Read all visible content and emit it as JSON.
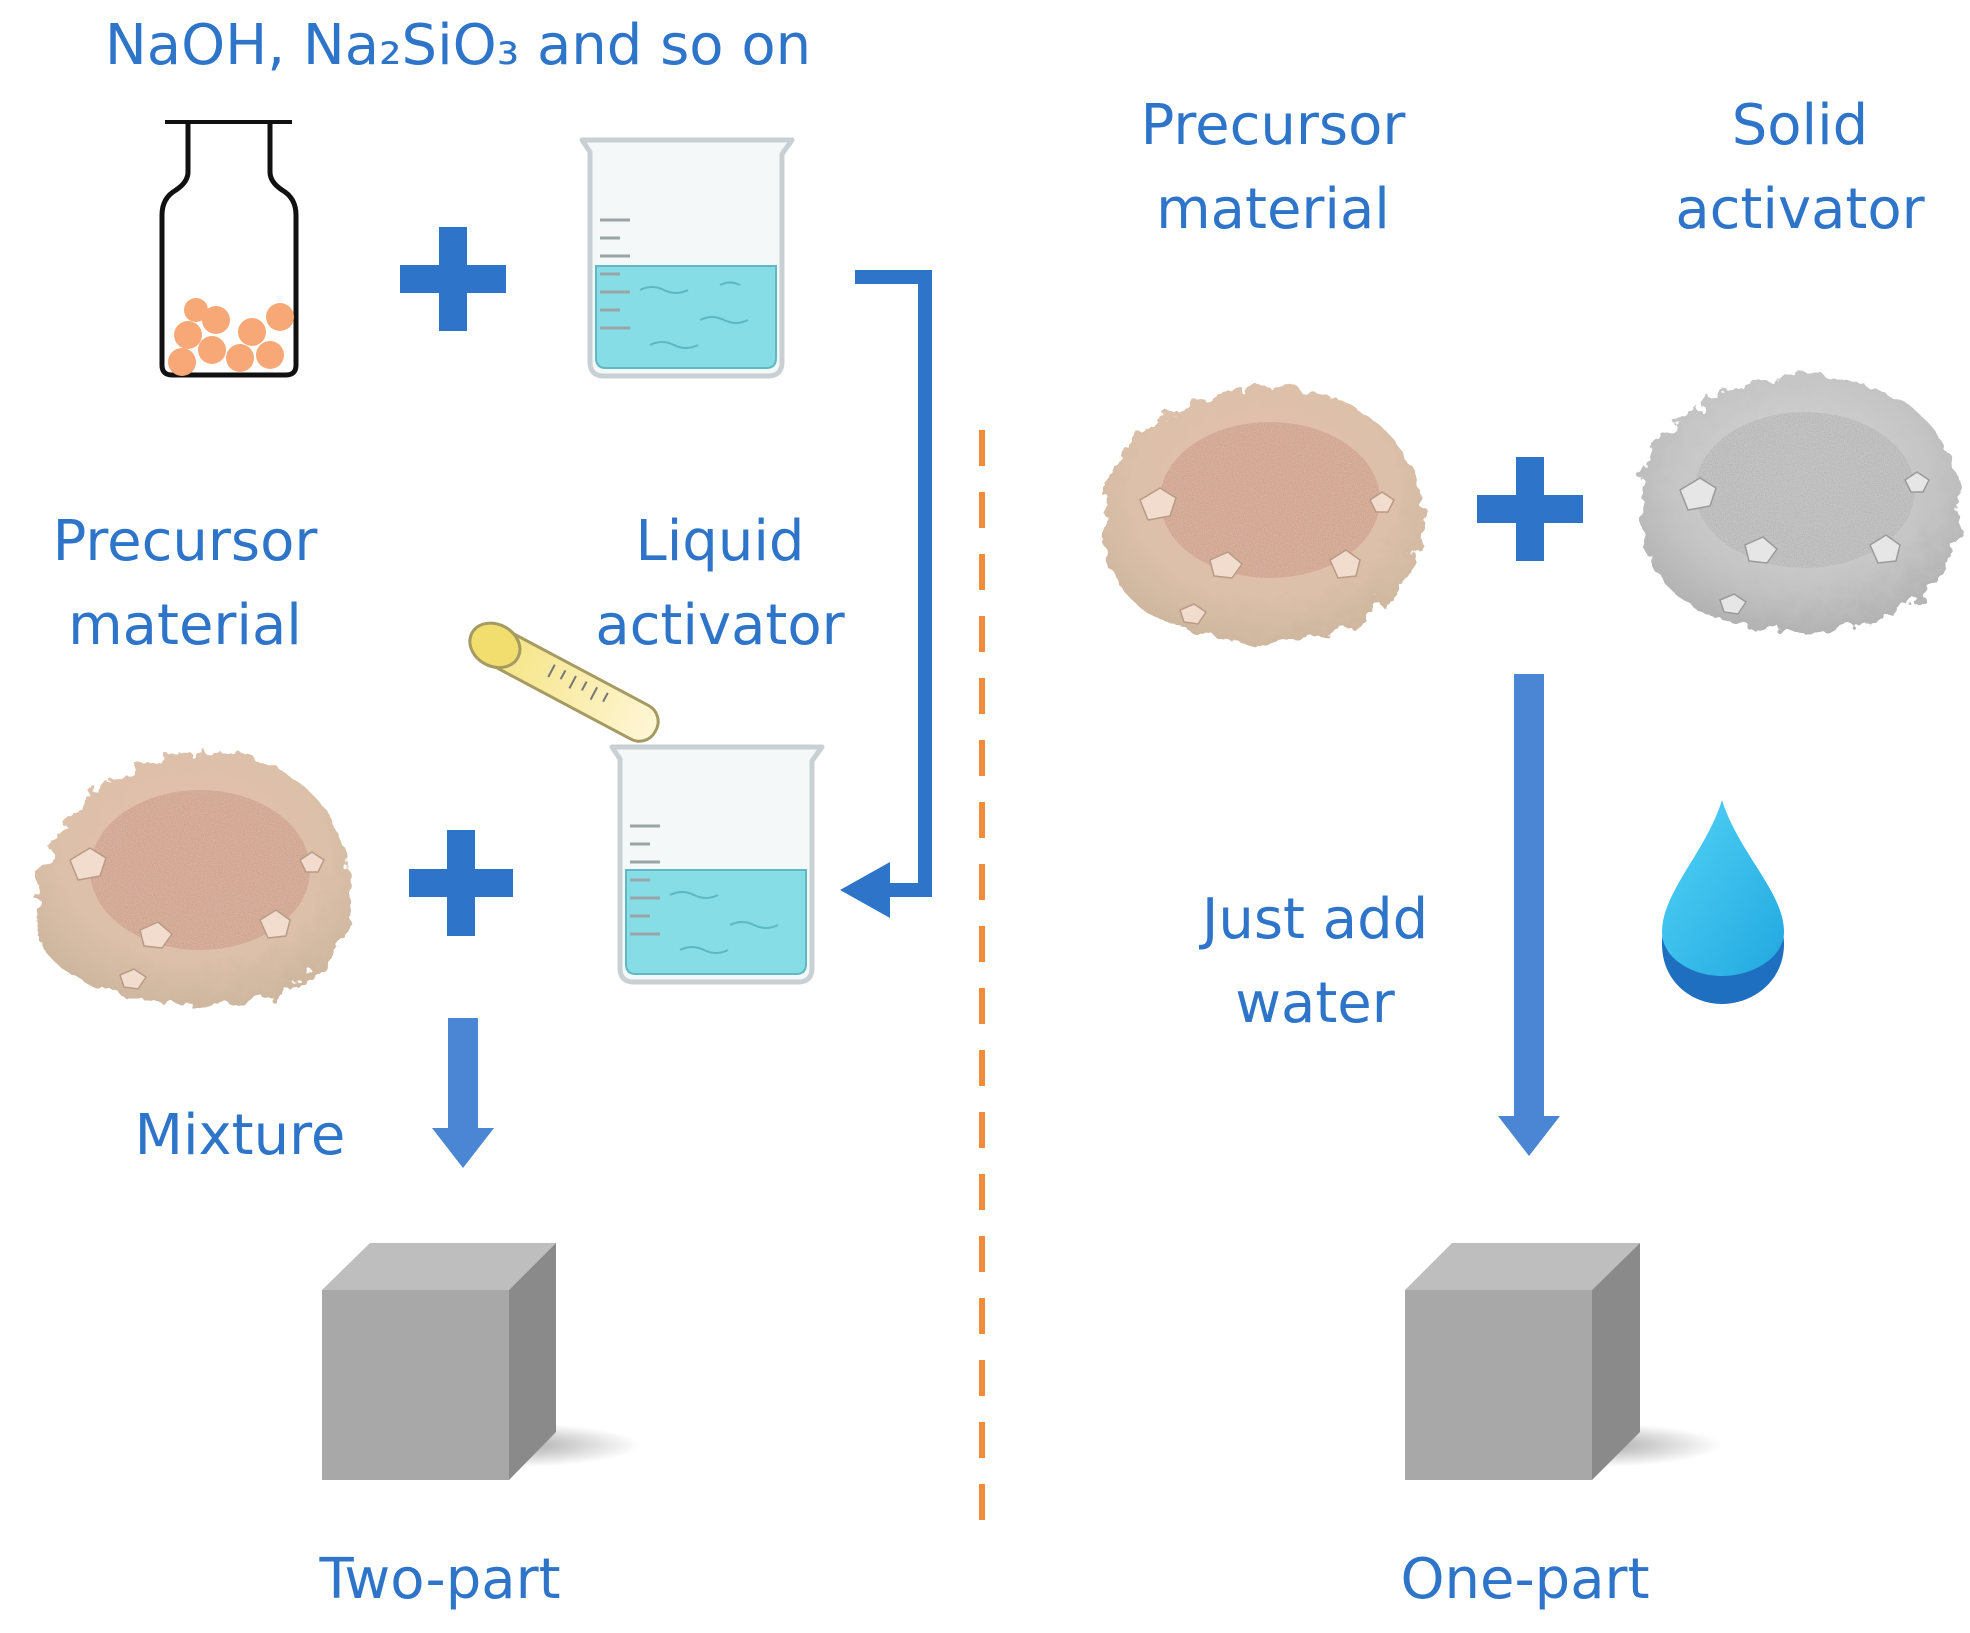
{
  "two_part": {
    "reagents_label": "NaOH, Na₂SiO₃ and so on",
    "precursor_label": [
      "Precursor",
      "material"
    ],
    "liquid_activator_label": [
      "Liquid",
      "activator"
    ],
    "mixture_label": "Mixture",
    "result_label": "Two-part"
  },
  "one_part": {
    "precursor_label": [
      "Precursor",
      "material"
    ],
    "solid_activator_label": [
      "Solid",
      "activator"
    ],
    "water_label": [
      "Just add",
      "water"
    ],
    "result_label": "One-part"
  },
  "colors": {
    "text": "#2E75C9",
    "arrow": "#2E75C9",
    "divider": "#F08C3C",
    "liquid": "#86DDE6",
    "pellets": "#F7A876",
    "cube": "#A8A8A8",
    "precursor_powder": "#E3C1AE",
    "activator_powder": "#C9C9C9",
    "water_drop": "#38C5F0"
  },
  "icons": [
    "bottle-icon",
    "beaker-icon",
    "pipette-icon",
    "powder-pile-icon",
    "water-drop-icon",
    "cube-icon",
    "plus-icon"
  ]
}
